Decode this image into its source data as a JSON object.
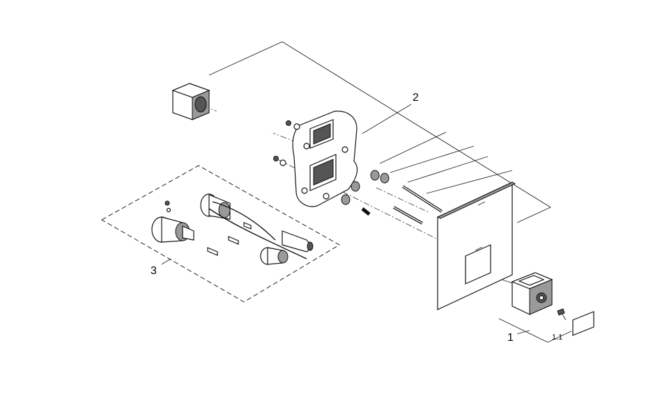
{
  "callouts": {
    "faceplate_assembly": "2",
    "cartridge_kit": "3",
    "control_module": "1",
    "cover_cap": "1.1"
  }
}
